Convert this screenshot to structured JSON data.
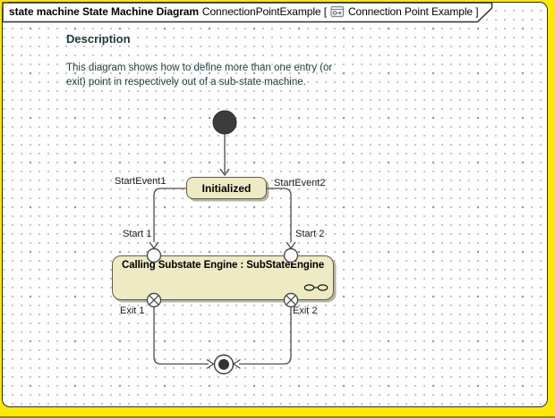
{
  "header": {
    "frame_kind_bold": "state machine State Machine Diagram",
    "frame_context": "ConnectionPointExample [",
    "frame_title_rest": "Connection Point Example ]",
    "diagram_icon": "state-machine-diagram-icon"
  },
  "description": {
    "heading": "Description",
    "line1": "This diagram shows how to define more than one entry (or",
    "line2": "exit) point in respectively out of a sub-state machine."
  },
  "diagram": {
    "initialized_state": "Initialized",
    "substate_state": "Calling Substate Engine : SubStateEngine",
    "start_event1": "StartEvent1",
    "start_event2": "StartEvent2",
    "start1": "Start 1",
    "start2": "Start 2",
    "exit1": "Exit 1",
    "exit2": "Exit 2",
    "nodes": {
      "initial_pseudostate": "initial-node",
      "final_state": "final-state-node",
      "entry_points": [
        "Start 1",
        "Start 2"
      ],
      "exit_points": [
        "Exit 1",
        "Exit 2"
      ],
      "submachine_icon": "submachine-state-icon"
    }
  },
  "colors": {
    "window_background": "#FFE800",
    "window_bottom_edge": "#8F8A00",
    "canvas": "#FFFFFF",
    "grid_dot": "#C0C0C0",
    "state_fill": "#EDEAC4",
    "state_border": "#5E5E40",
    "state_shadow": "#B3B3AA",
    "description_text": "#1C3B3B",
    "wire": "#4B4B4B",
    "initial_node_fill": "#3C3C3C"
  }
}
